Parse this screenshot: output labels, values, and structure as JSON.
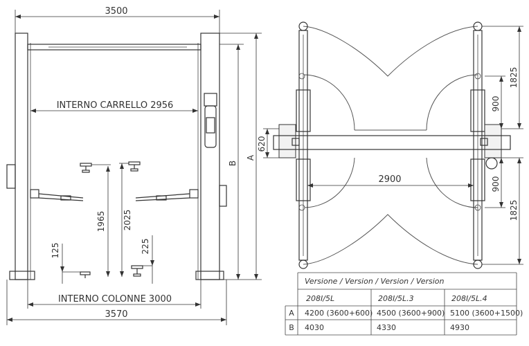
{
  "front_view": {
    "dim_top": "3500",
    "dim_bottom": "3570",
    "label_carriage": "INTERNO CARRELLO 2956",
    "label_columns": "INTERNO COLONNE 3000",
    "dim_1965": "1965",
    "dim_2025": "2025",
    "dim_125": "125",
    "dim_225": "225",
    "dim_B": "B",
    "dim_A": "A"
  },
  "top_view": {
    "dim_620": "620",
    "dim_2900": "2900",
    "dim_1825_top": "1825",
    "dim_900_top": "900",
    "dim_900_bottom": "900",
    "dim_1825_bottom": "1825"
  },
  "versions_table": {
    "header": "Versione / Version / Version / Version",
    "models": [
      "208I/5L",
      "208I/5L.3",
      "208I/5L.4"
    ],
    "rows": [
      {
        "label": "A",
        "values": [
          "4200  (3600+600)",
          "4500  (3600+900)",
          "5100  (3600+1500)"
        ]
      },
      {
        "label": "B",
        "values": [
          "4030",
          "4330",
          "4930"
        ]
      }
    ]
  }
}
